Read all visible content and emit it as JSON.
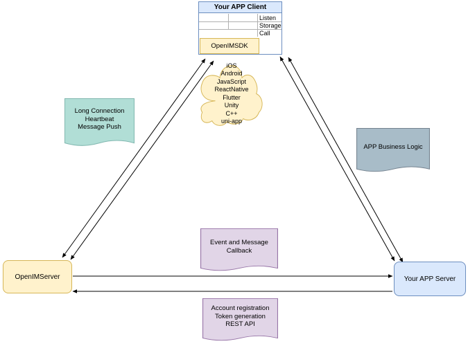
{
  "client": {
    "title": "Your APP Client",
    "rows": [
      "Listen",
      "Storage",
      "Call"
    ],
    "sdk_label": "OpenIMSDK",
    "header_fill": "#dae8fc",
    "border": "#6c8ebf",
    "sdk_fill": "#fff2cc",
    "sdk_border": "#d6b656"
  },
  "cloud": {
    "fill": "#fff2cc",
    "stroke": "#d6b656",
    "platforms": [
      "iOS",
      "Android",
      "JavaScript",
      "ReactNative",
      "Flutter",
      "Unity",
      "C++",
      "uni-app"
    ]
  },
  "notes": {
    "long_connection": {
      "fill": "#b1ded6",
      "stroke": "#82b8b0",
      "lines": [
        "Long Connection",
        "Heartbeat",
        "Message Push"
      ]
    },
    "app_business_logic": {
      "fill": "#a8bcc8",
      "stroke": "#74828f",
      "lines": [
        "APP Business Logic"
      ]
    },
    "event_callback": {
      "fill": "#e1d5e7",
      "stroke": "#9673a6",
      "lines": [
        "Event and Message",
        "Callback"
      ]
    },
    "rest_api": {
      "fill": "#e1d5e7",
      "stroke": "#9673a6",
      "lines": [
        "Account registration",
        "Token generation",
        "REST API"
      ]
    }
  },
  "servers": {
    "openim": {
      "label": "OpenIMServer",
      "fill": "#fff2cc",
      "stroke": "#d6b656"
    },
    "app": {
      "label": "Your APP Server",
      "fill": "#dae8fc",
      "stroke": "#6c8ebf"
    }
  },
  "arrows": {
    "color": "#000000"
  }
}
